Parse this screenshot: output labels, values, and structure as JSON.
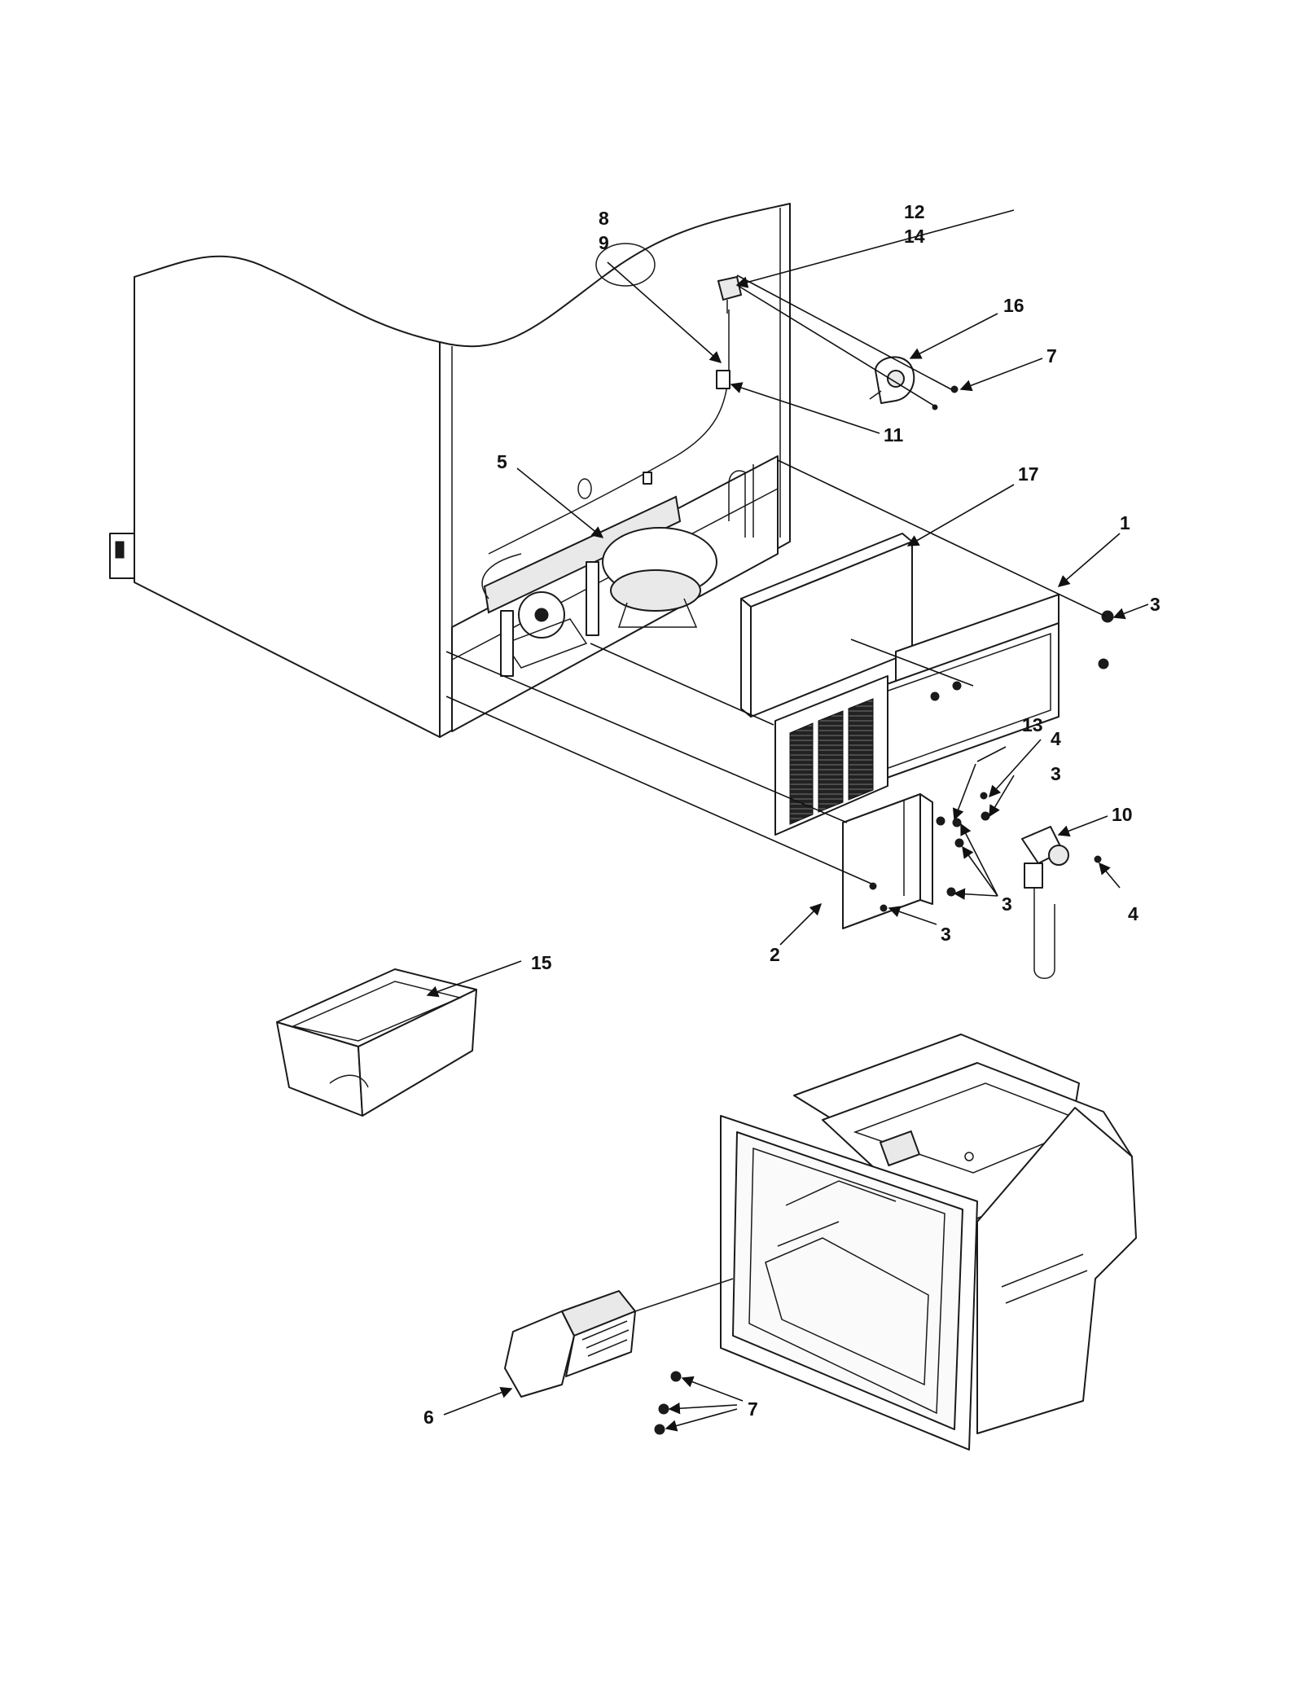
{
  "callouts": {
    "c1": "1",
    "c2": "2",
    "c3a": "3",
    "c3b": "3",
    "c3c": "3",
    "c3d": "3",
    "c4a": "4",
    "c4b": "4",
    "c5": "5",
    "c6": "6",
    "c7a": "7",
    "c7b": "7",
    "c8": "8",
    "c9": "9",
    "c10": "10",
    "c11": "11",
    "c12": "12",
    "c13": "13",
    "c14": "14",
    "c15": "15",
    "c16": "16",
    "c17": "17"
  },
  "colors": {
    "line": "#1a1a1a",
    "background": "#ffffff"
  }
}
